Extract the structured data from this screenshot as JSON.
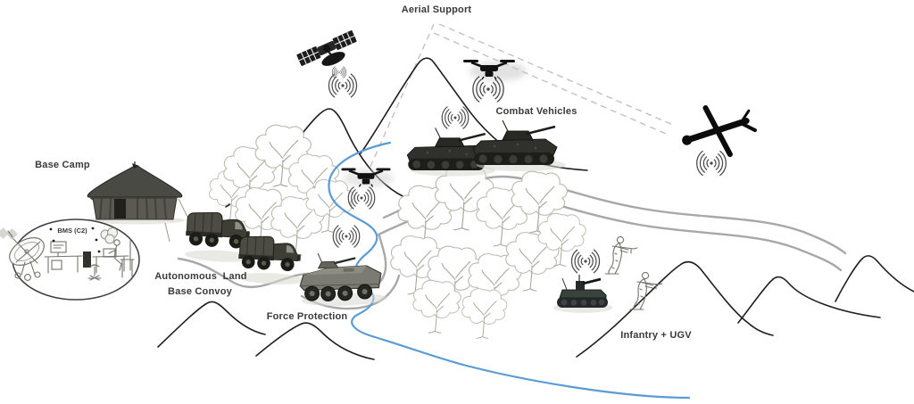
{
  "title": "Military autonomous systems scenario diagram",
  "labels": {
    "aerial_support": "Aerial Support",
    "combat_vehicles": "Combat Vehicles",
    "base_camp": "Base Camp",
    "bms_c2": "BMS (C2)",
    "convoy_line1": "Autonomous  Land",
    "convoy_line2": "Base Convoy",
    "force_protection": "Force Protection",
    "infantry_ugv": "Infantry + UGV"
  },
  "colors": {
    "background": "#ffffff",
    "label": "#3a3a3a",
    "river": "#5b9bd5",
    "road": "#a8a8a8",
    "ridge": "#1f1f1f",
    "dashed-link": "#c2c2c2",
    "signal": "#4a4a4a",
    "tree": "#bcbcb0"
  },
  "icons": {
    "signal": "radio-signal-icon",
    "satellite": "satellite-icon",
    "quadcopter": "quadcopter-drone-icon",
    "fixed_wing_uav": "fixed-wing-uav-icon",
    "tank": "tank-icon",
    "truck": "military-truck-icon",
    "apc": "armored-vehicle-icon",
    "ugv": "ugv-robot-icon",
    "soldier": "soldier-icon",
    "tent": "tent-icon",
    "satellite_dish": "satellite-dish-icon",
    "tree": "tree-icon"
  },
  "scene": {
    "objects": [
      "satellite",
      "quadcopter-north",
      "quadcopter-river",
      "tank-1",
      "tank-2",
      "fixed-wing-uav",
      "base-camp-tent",
      "bms-c2-bubble",
      "satellite-dish",
      "workstations",
      "truck-1",
      "truck-2",
      "apc",
      "ugv",
      "soldier-1",
      "soldier-2"
    ],
    "signal_icon_count": 8,
    "comm_links_dashed": 3
  }
}
